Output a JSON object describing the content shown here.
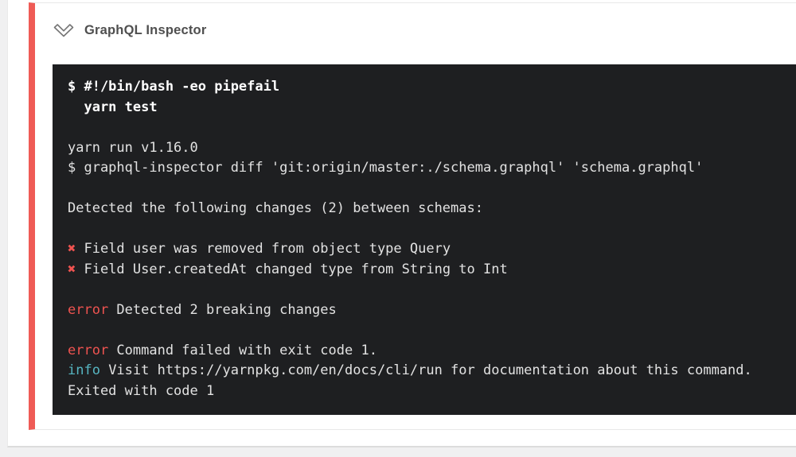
{
  "step": {
    "title": "GraphQL Inspector"
  },
  "colors": {
    "accent_red": "#ef5b56",
    "terminal_bg": "#1e1f21",
    "terminal_text": "#e2e2e2",
    "error": "#ef5350",
    "info": "#56b6c2",
    "title_text": "#4f4f4f"
  },
  "terminal": {
    "lines": [
      [
        [
          "$ #!/bin/bash -eo pipefail",
          "bold"
        ]
      ],
      [
        [
          "  yarn test",
          "bold"
        ]
      ],
      [],
      [
        [
          "yarn run v1.16.0",
          ""
        ]
      ],
      [
        [
          "$ graphql-inspector diff 'git:origin/master:./schema.graphql' 'schema.graphql'",
          ""
        ]
      ],
      [],
      [
        [
          "Detected the following changes (2) between schemas:",
          ""
        ]
      ],
      [],
      [
        [
          "✖",
          "error"
        ],
        [
          " Field user was removed from object type Query",
          ""
        ]
      ],
      [
        [
          "✖",
          "error"
        ],
        [
          " Field User.createdAt changed type from String to Int",
          ""
        ]
      ],
      [],
      [
        [
          "error",
          "error"
        ],
        [
          " Detected 2 breaking changes",
          ""
        ]
      ],
      [],
      [
        [
          "error",
          "error"
        ],
        [
          " Command failed with exit code 1.",
          ""
        ]
      ],
      [
        [
          "info",
          "info"
        ],
        [
          " Visit https://yarnpkg.com/en/docs/cli/run for documentation about this command.",
          ""
        ]
      ],
      [
        [
          "Exited with code 1",
          ""
        ]
      ]
    ]
  }
}
